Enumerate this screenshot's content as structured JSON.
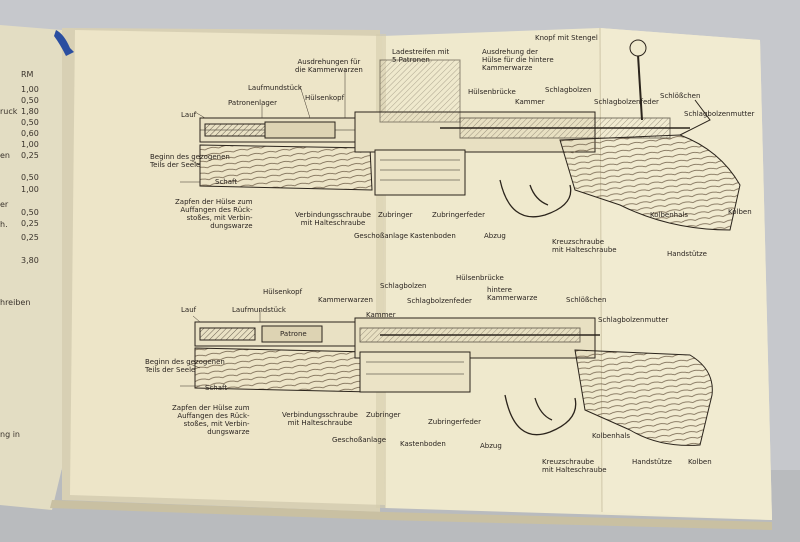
{
  "left_page": {
    "currency_header": "RM",
    "prices": [
      "1,00",
      "0,50",
      "1,80",
      "0,50",
      "0,60",
      "1,00",
      "0,25",
      "0,50",
      "1,00",
      "0,50",
      "0,25",
      "0,25",
      "3,80"
    ],
    "fragments": [
      "ruck",
      "en",
      "er",
      "h.",
      "hreiben",
      "ng in"
    ]
  },
  "diagram_top": {
    "labels": {
      "knopf": "Knopf mit Stengel",
      "ladestreifen": "Ladestreifen mit\n5 Patronen",
      "ausdrehungen": "Ausdrehungen für\ndie Kammerwarzen",
      "ausdrehung_huelse": "Ausdrehung der\nHülse für die hintere\nKammerwarze",
      "laufmundstueck": "Laufmundstück",
      "huelsenkopf": "Hülsenkopf",
      "patronenlager": "Patronenlager",
      "lauf": "Lauf",
      "huelsenbruecke": "Hülsenbrücke",
      "schlagbolzen": "Schlagbolzen",
      "kammer": "Kammer",
      "schlagbolzenfeder": "Schlagbolzenfeder",
      "schloesschen": "Schlößchen",
      "schlagbolzenmutter": "Schlagbolzenmutter",
      "beginn_zuege": "Beginn des gezogenen\nTeils der Seele",
      "schaft": "Schaft",
      "zapfen": "Zapfen der Hülse zum\nAuffangen des Rück-\nstoßes, mit Verbin-\ndungswarze",
      "verbindungsschraube": "Verbindungsschraube\nmit Halteschraube",
      "zubringer": "Zubringer",
      "zubringerfeder": "Zubringerfeder",
      "kolbenhals": "Kolbenhals",
      "kolben": "Kolben",
      "geschossanlage": "Geschoßanlage",
      "kastenboden": "Kastenboden",
      "abzug": "Abzug",
      "kreuzschraube": "Kreuzschraube\nmit Halteschraube",
      "handstuetze": "Handstütze"
    }
  },
  "diagram_bottom": {
    "labels": {
      "schlagbolzen": "Schlagbolzen",
      "huelsenbruecke": "Hülsenbrücke",
      "huelsenkopf": "Hülsenkopf",
      "kammerwarzen": "Kammerwarzen",
      "schlagbolzenfeder": "Schlagbolzenfeder",
      "hintere_kammerwarze": "hintere\nKammerwarze",
      "lauf": "Lauf",
      "laufmundstueck": "Laufmundstück",
      "schloesschen": "Schlößchen",
      "kammer": "Kammer",
      "patrone": "Patrone",
      "schlagbolzenmutter": "Schlagbolzenmutter",
      "beginn_zuege": "Beginn des gezogenen\nTeils der Seele",
      "schaft": "Schaft",
      "zapfen": "Zapfen der Hülse zum\nAuffangen des Rück-\nstoßes, mit Verbin-\ndungswarze",
      "verbindungsschraube": "Verbindungsschraube\nmit Halteschraube",
      "zubringer": "Zubringer",
      "zubringerfeder": "Zubringerfeder",
      "kolbenhals": "Kolbenhals",
      "geschossanlage": "Geschoßanlage",
      "kastenboden": "Kastenboden",
      "abzug": "Abzug",
      "kreuzschraube": "Kreuzschraube\nmit Halteschraube",
      "handstuetze": "Handstütze",
      "kolben": "Kolben"
    }
  }
}
